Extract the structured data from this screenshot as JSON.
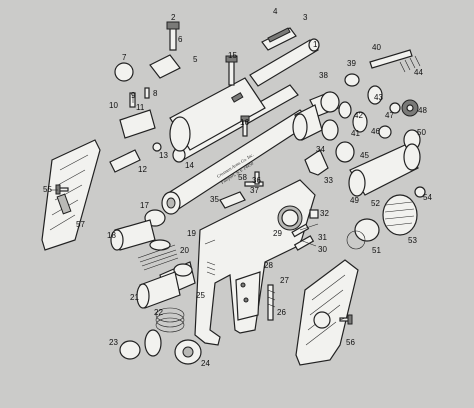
{
  "engraving_lines": [
    "Crosman Arms Co. Inc.",
    "Fairport, N.Y. 14450"
  ],
  "callouts": {
    "n1": "1",
    "n2": "2",
    "n3": "3",
    "n4": "4",
    "n5": "5",
    "n6": "6",
    "n7": "7",
    "n8": "8",
    "n9": "9",
    "n10": "10",
    "n11": "11",
    "n12": "12",
    "n13": "13",
    "n14": "14",
    "n15": "15",
    "n16": "16",
    "n17": "17",
    "n18": "18",
    "n19": "19",
    "n20": "20",
    "n21": "21",
    "n22": "22",
    "n23": "23",
    "n24": "24",
    "n25": "25",
    "n26": "26",
    "n27": "27",
    "n28": "28",
    "n29": "29",
    "n30": "30",
    "n31": "31",
    "n32": "32",
    "n33": "33",
    "n34": "34",
    "n35": "35",
    "n36": "36",
    "n37": "37",
    "n38": "38",
    "n39": "39",
    "n40": "40",
    "n41": "41",
    "n42": "42",
    "n43": "43",
    "n44": "44",
    "n45": "45",
    "n46": "46",
    "n47": "47",
    "n48": "48",
    "n49": "49",
    "n50": "50",
    "n51": "51",
    "n52": "52",
    "n53": "53",
    "n54": "54",
    "n55": "55",
    "n56": "56",
    "n57": "57",
    "n58": "58"
  }
}
